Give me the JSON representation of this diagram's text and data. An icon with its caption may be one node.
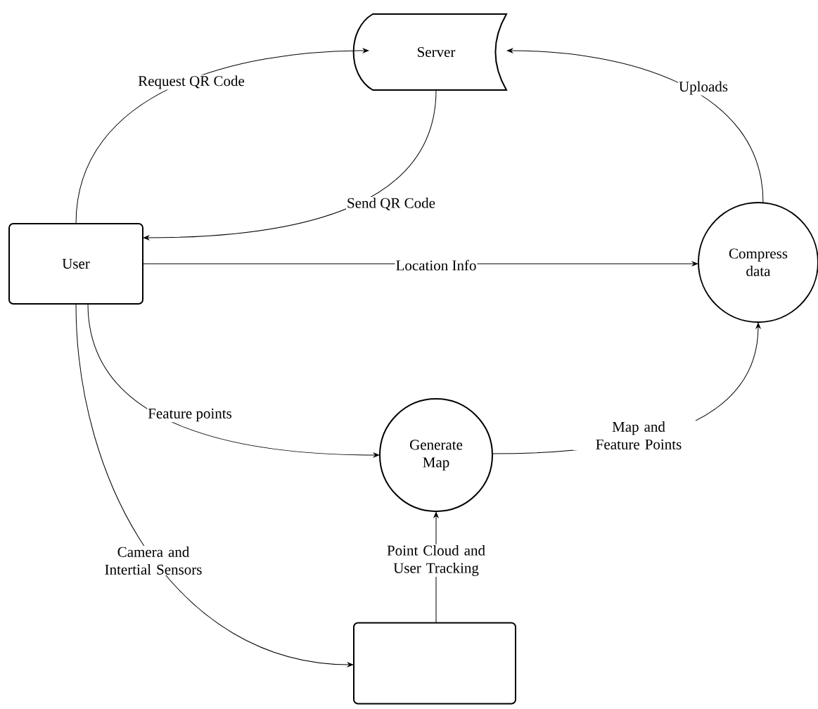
{
  "diagram": {
    "nodes": [
      {
        "text": [
          "Server"
        ]
      },
      {
        "text": [
          "User"
        ]
      },
      {
        "text": [
          "Compress data"
        ]
      },
      {
        "text": [
          "Generate Map"
        ]
      },
      {
        "text": [],
        "shape": "box"
      }
    ],
    "edges": [
      {
        "from": 1,
        "to": 0,
        "arrow": "to",
        "label": "Request QR Code"
      },
      {
        "from": 0,
        "to": 1,
        "arrow": "to",
        "label": "Send QR Code"
      },
      {
        "from": 1,
        "to": 2,
        "arrow": "to",
        "label": "Location Info"
      },
      {
        "from": 2,
        "to": 0,
        "arrow": "to",
        "label": "Uploads"
      },
      {
        "from": 1,
        "to": 3,
        "arrow": "to",
        "label": "Feature points"
      },
      {
        "from": 3,
        "to": 2,
        "arrow": "to",
        "label": "Map and Feature Points"
      },
      {
        "from": 1,
        "to": 4,
        "arrow": "to",
        "label": "Camera and Intertial Sensors"
      },
      {
        "from": 4,
        "to": 3,
        "arrow": "to",
        "label": "Point Cloud and User Tracking"
      }
    ]
  }
}
